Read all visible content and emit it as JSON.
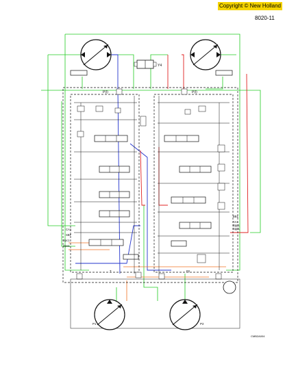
{
  "copyright": "Copyright © New Holland",
  "figure_id": "8020-11",
  "drawing_code": "CMB2A004",
  "labels": {
    "valve_y4": "Y4",
    "block_left": "P(l)",
    "block_right": "P(l)",
    "pump_left": "P1",
    "pump_right": "P2",
    "port_b1": "BB1",
    "port_a1": "AA1",
    "port_bpp": "Bpp1",
    "port_spp": "Spp1",
    "port_ca": "CA1",
    "port_sbf": "SBF",
    "port_spc": "Spc1",
    "port_spa": "Spa1",
    "port_t": "T",
    "port_p2": "P2"
  },
  "colors": {
    "green": "#22cc22",
    "red": "#e02020",
    "blue": "#2233cc",
    "orange": "#f07020",
    "black": "#111111"
  }
}
